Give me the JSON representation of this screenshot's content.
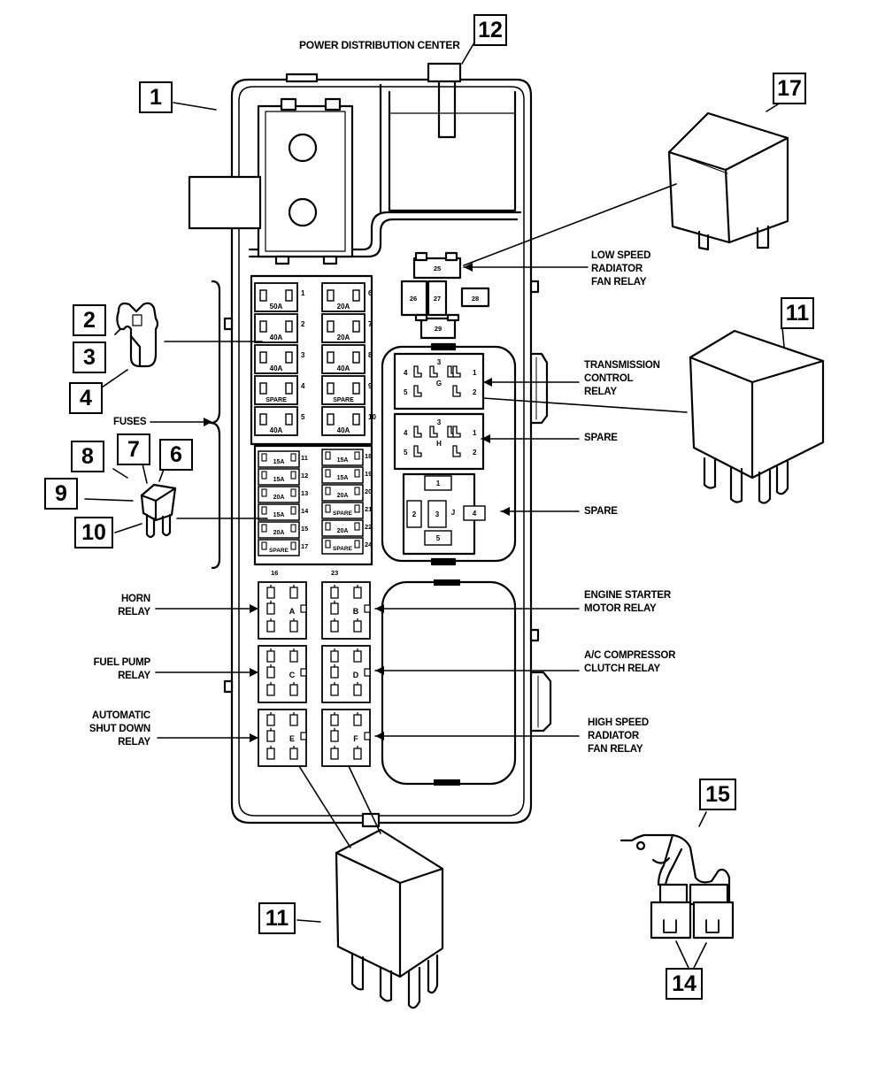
{
  "title": "POWER DISTRIBUTION CENTER",
  "callouts": {
    "c1": "1",
    "c2": "2",
    "c3": "3",
    "c4": "4",
    "c6": "6",
    "c7": "7",
    "c8": "8",
    "c9": "9",
    "c10": "10",
    "c11a": "11",
    "c11b": "11",
    "c12": "12",
    "c14": "14",
    "c15": "15",
    "c17": "17"
  },
  "labels": {
    "low_speed_fan_relay": "LOW SPEED\nRADIATOR\nFAN RELAY",
    "transmission_control_relay": "TRANSMISSION\nCONTROL\nRELAY",
    "spare_g_h": "SPARE",
    "spare_j": "SPARE",
    "fuses": "FUSES",
    "horn_relay": "HORN\nRELAY",
    "fuel_pump_relay": "FUEL PUMP\nRELAY",
    "asd_relay": "AUTOMATIC\nSHUT DOWN\nRELAY",
    "starter_relay": "ENGINE STARTER\nMOTOR RELAY",
    "ac_clutch_relay": "A/C COMPRESSOR\nCLUTCH RELAY",
    "high_speed_fan_relay": "HIGH SPEED\nRADIATOR\nFAN RELAY"
  },
  "fuses_left": [
    {
      "num": "1",
      "rating": "50A"
    },
    {
      "num": "2",
      "rating": "40A"
    },
    {
      "num": "3",
      "rating": "40A"
    },
    {
      "num": "4",
      "rating": "SPARE"
    },
    {
      "num": "5",
      "rating": "40A"
    }
  ],
  "fuses_right": [
    {
      "num": "6",
      "rating": "20A"
    },
    {
      "num": "7",
      "rating": "20A"
    },
    {
      "num": "8",
      "rating": "40A"
    },
    {
      "num": "9",
      "rating": "SPARE"
    },
    {
      "num": "10",
      "rating": "40A"
    }
  ],
  "mini_fuses_left": [
    {
      "num": "11",
      "rating": "15A"
    },
    {
      "num": "12",
      "rating": "15A"
    },
    {
      "num": "13",
      "rating": "20A"
    },
    {
      "num": "14",
      "rating": "15A"
    },
    {
      "num": "15",
      "rating": "20A"
    },
    {
      "num": "17",
      "rating": "SPARE"
    }
  ],
  "mini_fuses_right": [
    {
      "num": "18",
      "rating": "15A"
    },
    {
      "num": "19",
      "rating": "15A"
    },
    {
      "num": "20",
      "rating": "20A"
    },
    {
      "num": "21",
      "rating": "SPARE"
    },
    {
      "num": "22",
      "rating": "20A"
    },
    {
      "num": "24",
      "rating": "SPARE"
    }
  ],
  "mini_fuse_bottom_nums": [
    "16",
    "23"
  ],
  "relay_letters": [
    "A",
    "B",
    "C",
    "D",
    "E",
    "F"
  ],
  "iso_relay_g": {
    "letter": "G",
    "pins": [
      "3",
      "4",
      "1",
      "5",
      "2"
    ]
  },
  "iso_relay_h": {
    "letter": "H",
    "pins": [
      "3",
      "4",
      "1",
      "5",
      "2"
    ]
  },
  "micro_relay_j": {
    "letter": "J",
    "pins": [
      "1",
      "2",
      "3",
      "4",
      "5"
    ]
  },
  "low_speed_cavities": [
    "25",
    "26",
    "27",
    "28",
    "29"
  ]
}
